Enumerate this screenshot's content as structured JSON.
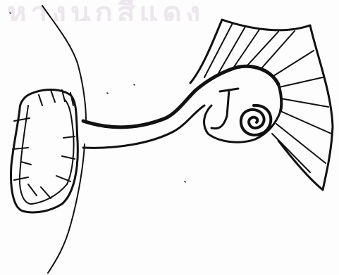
{
  "scan": {
    "bleed_through_text": "หางนกสีแดง",
    "ink_color": "#111111",
    "bleed_color": "#ece7ec",
    "paper_color": "#fdfdfd"
  },
  "drawing": {
    "icon_name": "ear-anatomy-drawing",
    "parts": [
      "outer-ear-outline",
      "ear-canal",
      "middle-ear-bones",
      "cochlea-spiral",
      "nerve-fan"
    ]
  }
}
